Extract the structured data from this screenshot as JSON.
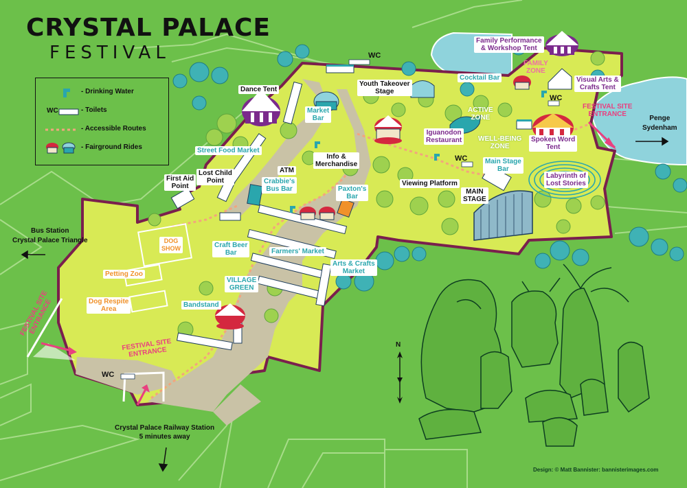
{
  "title": {
    "line1": "CRYSTAL PALACE",
    "line2": "FESTIVAL"
  },
  "legend": [
    {
      "icon": "drinking-water-icon",
      "label": "- Drinking Water"
    },
    {
      "icon": "toilets-icon",
      "icon_text": "WC",
      "label": "- Toilets"
    },
    {
      "icon": "accessible-route-icon",
      "label": "- Accessible Routes"
    },
    {
      "icon": "fairground-rides-icon",
      "label": "- Fairground Rides"
    }
  ],
  "colors": {
    "grass": "#6cc04a",
    "site": "#d8ea55",
    "path": "#c9c2a6",
    "boundary": "#7a1f4d",
    "water": "#8fd3dc",
    "teal": "#2aa6ad",
    "purple": "#7b2a8c",
    "pink": "#e9407f",
    "orange": "#f0912a"
  },
  "labels": {
    "wc_top": "WC",
    "wc_right": "WC",
    "wc_active": "WC",
    "wc_bottom": "WC",
    "dance_tent": "Dance Tent",
    "market_bar": "Market\nBar",
    "street_food_market": "Street Food Market",
    "info_merch": "Info &\nMerchandise",
    "atm": "ATM",
    "first_aid": "First Aid\nPoint",
    "lost_child": "Lost Child\nPoint",
    "crabbies": "Crabbie's\nBus Bar",
    "paxtons": "Paxton's\nBar",
    "dog_show": "DOG\nSHOW",
    "craft_beer": "Craft Beer\nBar",
    "farmers_market": "Farmers' Market",
    "arts_crafts": "Arts & Crafts\nMarket",
    "petting_zoo": "Petting Zoo",
    "village_green": "VILLAGE\nGREEN",
    "dog_respite": "Dog Respite\nArea",
    "bandstand": "Bandstand",
    "youth_takeover": "Youth Takeover\nStage",
    "cocktail_bar": "Cocktail Bar",
    "family_perf": "Family Performance\n& Workshop Tent",
    "family_zone": "FAMILY\nZONE",
    "visual_arts": "Visual Arts &\nCrafts Tent",
    "active_zone": "ACTIVE\nZONE",
    "iguanodon": "Iguanodon\nRestaurant",
    "wellbeing": "WELL-BEING\nZONE",
    "spoken_word": "Spoken Word\nTent",
    "main_stage_bar": "Main Stage\nBar",
    "viewing_platform": "Viewing Platform",
    "main_stage": "MAIN\nSTAGE",
    "labyrinth": "Labyrinth of\nLost Stories",
    "festival_entrance_right": "FESTIVAL SITE\nENTRANCE",
    "festival_entrance_left": "FESTIVAL SITE\nENTRANCE",
    "festival_entrance_bottom": "FESTIVAL SITE\nENTRANCE",
    "penge": "Penge\nSydenham",
    "bus_station": "Bus Station\nCrystal Palace Triangle",
    "railway": "Crystal Palace Railway Station\n5 minutes away",
    "north": "N"
  },
  "credit": "Design: © Matt Bannister: bannisterimages.com"
}
